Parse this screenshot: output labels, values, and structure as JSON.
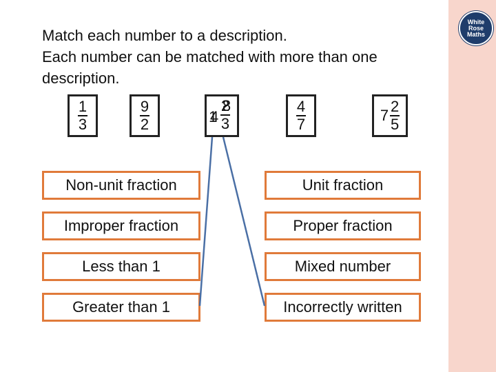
{
  "logo": {
    "line1": "White",
    "line2": "Rose",
    "line3": "Maths"
  },
  "instructions": {
    "line1": "Match each number to a description.",
    "line2": "Each number can be matched with more than one",
    "line3": "description."
  },
  "numbers": [
    {
      "numerator": "1",
      "denominator": "3"
    },
    {
      "numerator": "9",
      "denominator": "2"
    },
    {
      "whole_a": "1",
      "whole_b": "4",
      "numerator_a": "2",
      "numerator_b": "8",
      "denominator": "3"
    },
    {
      "numerator": "4",
      "denominator": "7"
    },
    {
      "whole": "7",
      "numerator": "2",
      "denominator": "5"
    }
  ],
  "descriptions_left": [
    "Non-unit fraction",
    "Improper fraction",
    "Less than 1",
    "Greater than 1"
  ],
  "descriptions_right": [
    "Unit fraction",
    "Proper fraction",
    "Mixed number",
    "Incorrectly written"
  ],
  "colors": {
    "box_border": "#e07a3a",
    "line": "#4a6fa5",
    "side_strip": "#f8d6cc",
    "logo": "#1f3d6b"
  }
}
